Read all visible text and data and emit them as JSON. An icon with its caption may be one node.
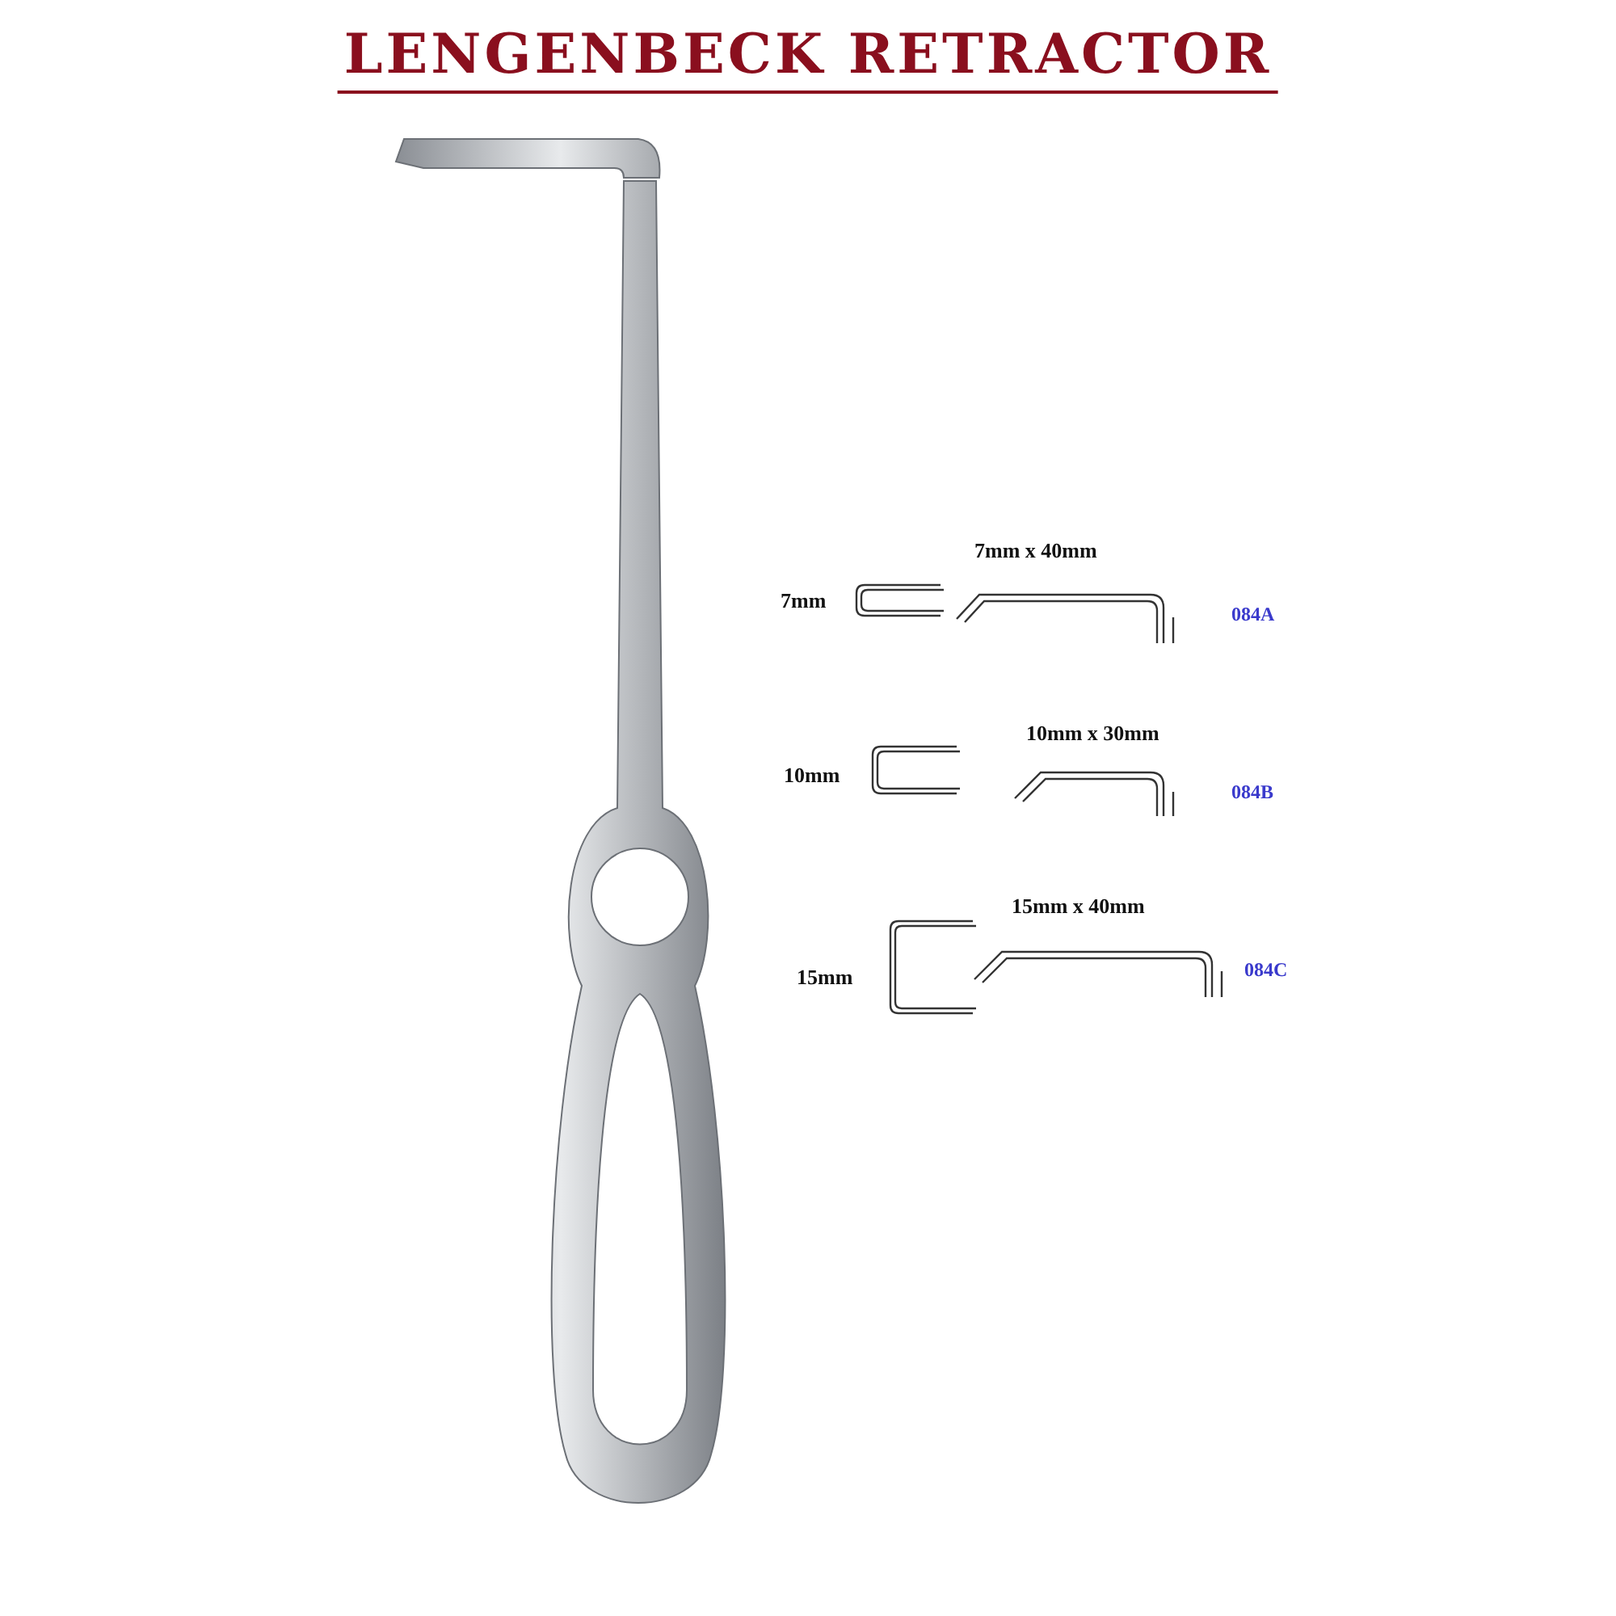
{
  "diagram": {
    "title": "LENGENBECK RETRACTOR",
    "labels": [
      "7mm x 40mm",
      "7mm",
      "084A",
      "10mm x 30mm",
      "10mm",
      "084B",
      "15mm x 40mm",
      "15mm",
      "084C"
    ]
  }
}
